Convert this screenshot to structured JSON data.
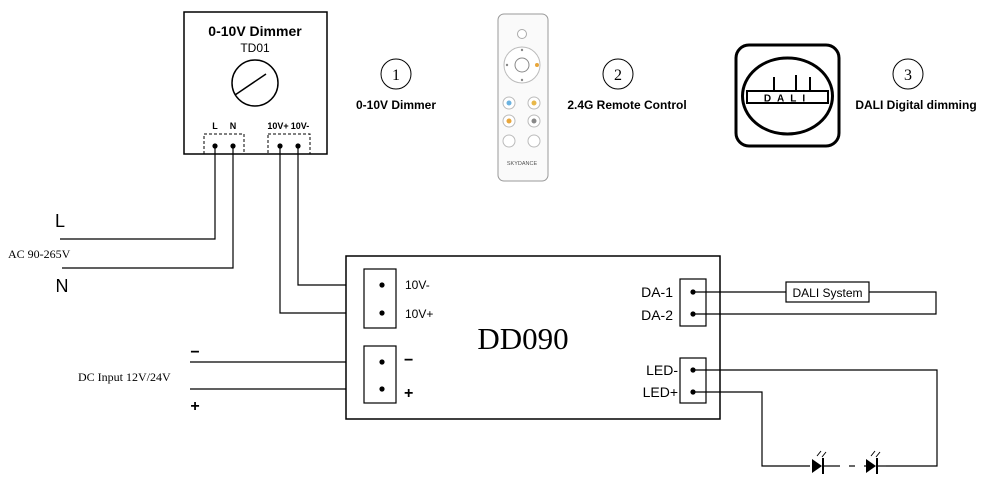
{
  "dimmer": {
    "title": "0-10V Dimmer",
    "model": "TD01",
    "term_l": "L",
    "term_n": "N",
    "term_10vp": "10V+",
    "term_10vm": "10V-"
  },
  "options": [
    {
      "number": "1",
      "label": "0-10V Dimmer"
    },
    {
      "number": "2",
      "label": "2.4G Remote Control"
    },
    {
      "number": "3",
      "label": "DALI Digital dimming"
    }
  ],
  "remote": {
    "brand": "SKYDANCE"
  },
  "dali_logo": {
    "text": "DALI"
  },
  "mains": {
    "l": "L",
    "n": "N",
    "label": "AC 90-265V"
  },
  "dc": {
    "minus": "−",
    "plus": "+",
    "label": "DC Input 12V/24V"
  },
  "device": {
    "name": "DD090",
    "in_10vm": "10V-",
    "in_10vp": "10V+",
    "dc_minus": "−",
    "dc_plus": "+",
    "da1": "DA-1",
    "da2": "DA-2",
    "led_minus": "LED-",
    "led_plus": "LED+"
  },
  "dali_system": "DALI System"
}
